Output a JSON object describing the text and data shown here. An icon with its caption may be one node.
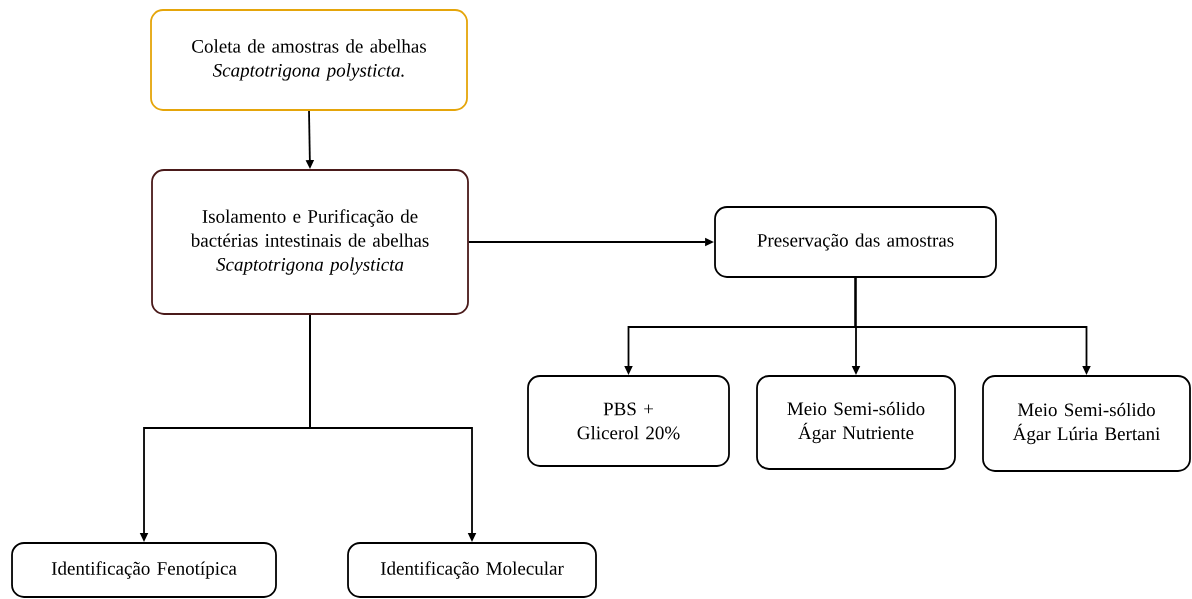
{
  "diagram": {
    "nodes": [
      {
        "text": [
          "Coleta de amostras de abelhas",
          "Scaptotrigona polysticta."
        ]
      },
      {
        "text": [
          "Isolamento e Purificação de bactérias intestinais de abelhas",
          "Scaptotrigona polysticta"
        ]
      },
      {
        "text": [
          "Preservação das amostras"
        ]
      },
      {
        "text": [
          "PBS + Glicerol 20%"
        ]
      },
      {
        "text": [
          "Meio Semi-sólido Ágar Nutriente"
        ]
      },
      {
        "text": [
          "Meio Semi-sólido Ágar Lúria Bertani"
        ]
      },
      {
        "text": [
          "Identificação Fenotípica"
        ]
      },
      {
        "text": [
          "Identificação Molecular"
        ]
      }
    ],
    "edges": [
      {
        "from": 0,
        "to": 1,
        "arrow": "to"
      },
      {
        "from": 1,
        "to": 2,
        "arrow": "to"
      },
      {
        "from": 2,
        "to": 3,
        "arrow": "to"
      },
      {
        "from": 2,
        "to": 4,
        "arrow": "to"
      },
      {
        "from": 2,
        "to": 5,
        "arrow": "to"
      },
      {
        "from": 1,
        "to": 6,
        "arrow": "to"
      },
      {
        "from": 1,
        "to": 7,
        "arrow": "to"
      }
    ]
  }
}
